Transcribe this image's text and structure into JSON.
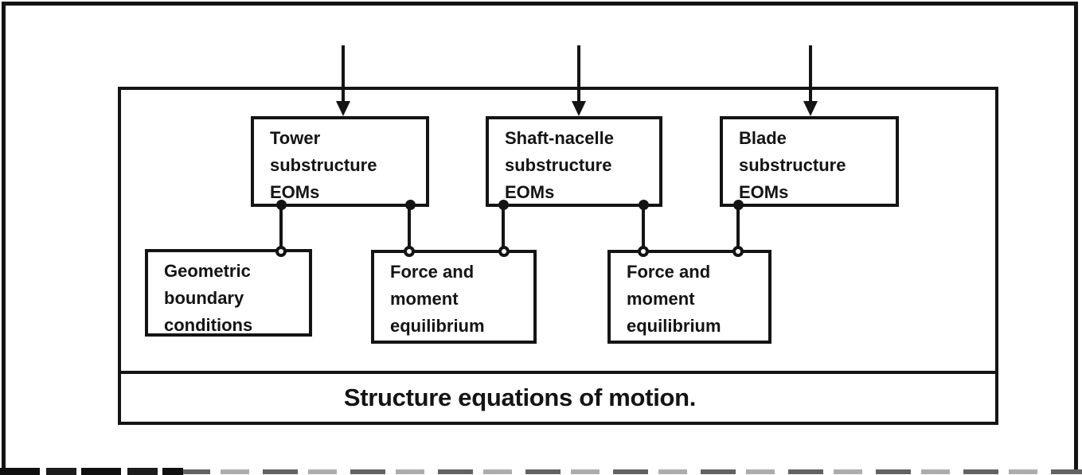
{
  "diagram": {
    "type": "block-diagram",
    "title": "Structure equations of motion.",
    "top_boxes": [
      {
        "id": "tower",
        "lines": [
          "Tower",
          "substructure",
          "EOMs"
        ]
      },
      {
        "id": "shaft-nacelle",
        "lines": [
          "Shaft-nacelle",
          "substructure",
          "EOMs"
        ]
      },
      {
        "id": "blade",
        "lines": [
          "Blade",
          "substructure",
          "EOMs"
        ]
      }
    ],
    "bottom_boxes": [
      {
        "id": "geometric-boundary",
        "lines": [
          "Geometric",
          "boundary",
          "conditions"
        ]
      },
      {
        "id": "force-moment-1",
        "lines": [
          "Force and",
          "moment",
          "equilibrium"
        ]
      },
      {
        "id": "force-moment-2",
        "lines": [
          "Force and",
          "moment",
          "equilibrium"
        ]
      }
    ],
    "input_arrows": 3,
    "connections": [
      {
        "from": "tower",
        "to": "geometric-boundary"
      },
      {
        "from": "tower",
        "to": "force-moment-1"
      },
      {
        "from": "shaft-nacelle",
        "to": "force-moment-1"
      },
      {
        "from": "shaft-nacelle",
        "to": "force-moment-2"
      },
      {
        "from": "blade",
        "to": "force-moment-2"
      }
    ],
    "icons": {
      "arrow": "down-arrow-icon",
      "joint_filled": "connector-dot-icon",
      "joint_open": "connector-ring-icon"
    },
    "colors": {
      "ink": "#141414",
      "paper": "#ffffff"
    }
  }
}
